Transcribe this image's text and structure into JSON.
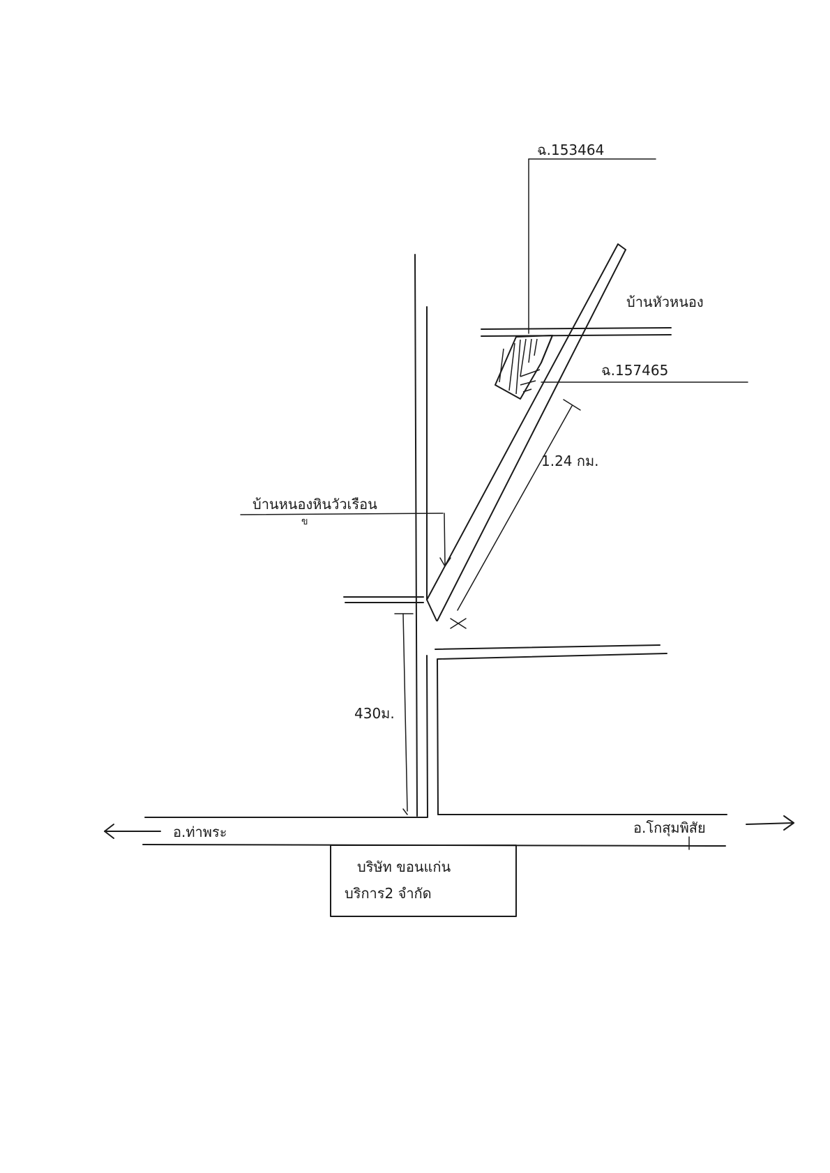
{
  "labels": {
    "plot_top": "ฉ.153464",
    "plot_bottom": "ฉ.157465",
    "village_top_right": "บ้านหัวหนอง",
    "village_left": "บ้านหนองหินวัวเรือน",
    "village_left_sub": "ข",
    "distance_diagonal": "1.24 กม.",
    "distance_vertical": "430ม.",
    "direction_left": "อ.ท่าพระ",
    "direction_right": "อ.โกสุมพิสัย",
    "company_line1": "บริษัท ขอนแก่น",
    "company_line2": "บริการ2 จำกัด"
  }
}
